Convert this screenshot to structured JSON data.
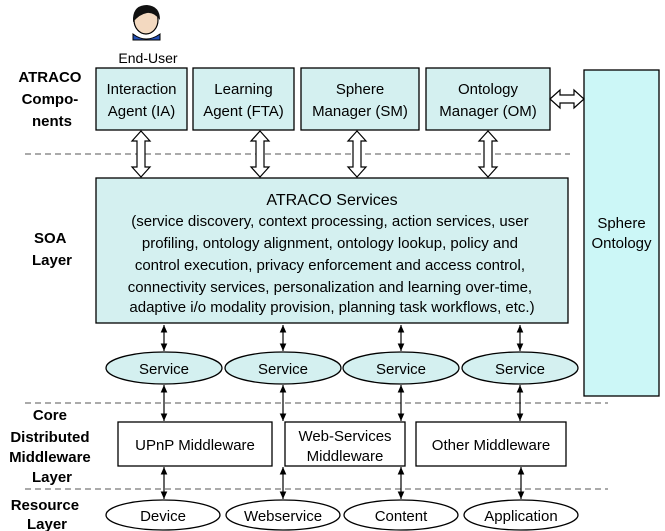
{
  "end_user": {
    "label": "End-User"
  },
  "layers": {
    "atraco_components": [
      "ATRACO",
      "Compo-",
      "nents"
    ],
    "soa": [
      "SOA",
      "Layer"
    ],
    "core": [
      "Core",
      "Distributed",
      "Middleware",
      "Layer"
    ],
    "resource": [
      "Resource",
      "Layer"
    ]
  },
  "components": [
    {
      "lines": [
        "Interaction",
        "Agent (IA)"
      ]
    },
    {
      "lines": [
        "Learning",
        "Agent (FTA)"
      ]
    },
    {
      "lines": [
        "Sphere",
        "Manager (SM)"
      ]
    },
    {
      "lines": [
        "Ontology",
        "Manager (OM)"
      ]
    }
  ],
  "sphere_ontology": {
    "lines": [
      "Sphere",
      "Ontology"
    ]
  },
  "atraco_services": {
    "title": "ATRACO Services",
    "lines": [
      "(service discovery, context processing, action services, user",
      "profiling, ontology alignment, ontology lookup, policy and",
      "control execution, privacy enforcement and access control,",
      "connectivity services, personalization and learning over-time,",
      "adaptive i/o modality provision, planning task workflows, etc.)"
    ]
  },
  "services": [
    "Service",
    "Service",
    "Service",
    "Service"
  ],
  "middleware": [
    {
      "lines": [
        "UPnP Middleware"
      ]
    },
    {
      "lines": [
        "Web-Services",
        "Middleware"
      ]
    },
    {
      "lines": [
        "Other Middleware"
      ]
    }
  ],
  "resources": [
    "Device",
    "Webservice",
    "Content",
    "Application"
  ],
  "colors": {
    "fill": "#d4f0f0",
    "sphere_fill": "#ccf7f7",
    "stroke": "#000000",
    "dash": "#777777"
  }
}
